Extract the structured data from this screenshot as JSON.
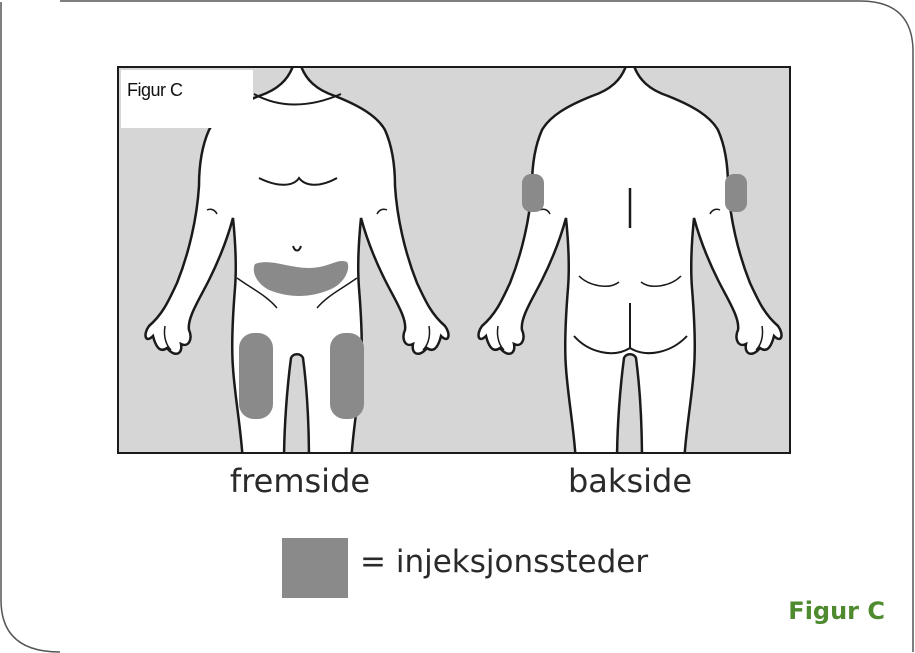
{
  "figure": {
    "inner_label": "Figur C",
    "front_label": "fremside",
    "back_label": "bakside"
  },
  "legend": {
    "text": "= injeksjonssteder",
    "swatch_color": "#8a8a8a"
  },
  "caption": {
    "text": "Figur C",
    "color": "#4e8a2e"
  },
  "colors": {
    "background": "#d6d6d6",
    "body_fill": "#ffffff",
    "injection_site": "#8a8a8a"
  }
}
